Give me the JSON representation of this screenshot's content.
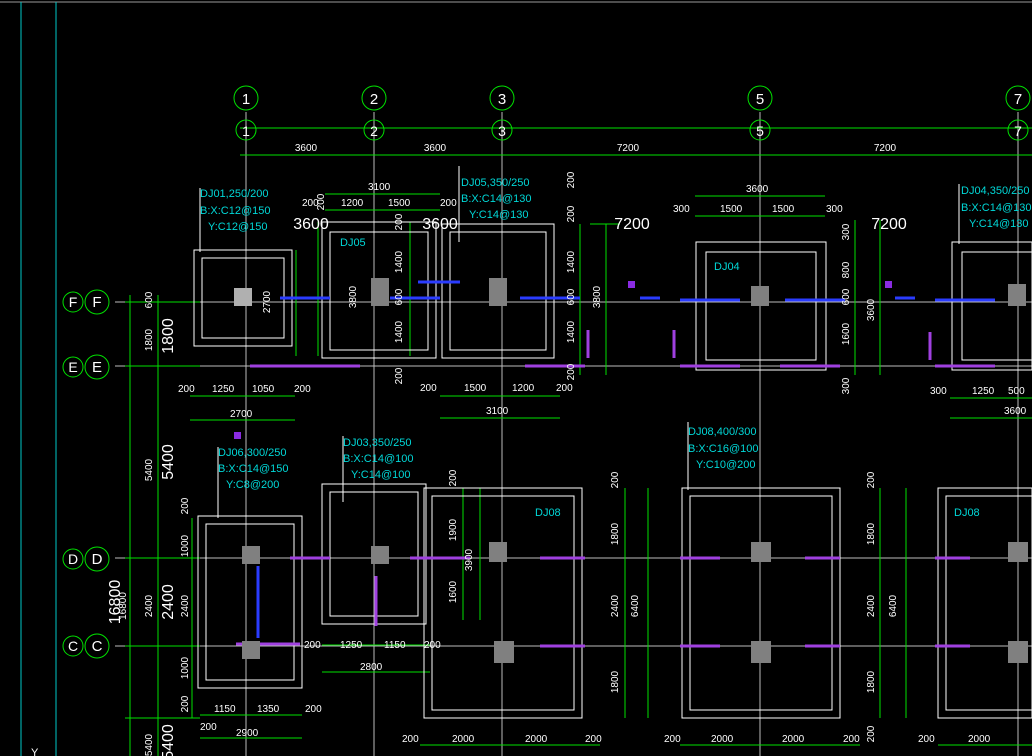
{
  "drawing": {
    "background": "#000000",
    "colors": {
      "grid": "#c8c8c8",
      "dim": "#00e000",
      "axis_bubble": "#00e000",
      "footing": "#ffffff",
      "note": "#00d7d7",
      "beam": "#2a3cff",
      "beam2": "#a040e0",
      "column": "#808080"
    },
    "axis_top": [
      "1",
      "2",
      "3",
      "5",
      "7"
    ],
    "axis_top_inner": [
      "1",
      "2",
      "3",
      "5",
      "7"
    ],
    "axis_left": [
      "F",
      "E",
      "D",
      "C"
    ],
    "axis_left_inner": [
      "F",
      "E",
      "D",
      "C"
    ],
    "bay_dims_top": [
      "3600",
      "3600",
      "7200",
      "7200"
    ],
    "bay_dims_mid": [
      "3600",
      "3600",
      "7200",
      "7200"
    ],
    "left_dims": {
      "fe_small": "1800",
      "fe_big": "1800",
      "ed_small": "5400",
      "ed_big": "5400",
      "dc_small": "2400",
      "dc_big": "2400",
      "total_big": "16800",
      "total_small": "16800",
      "bottom_small": "5400",
      "bottom_big": "5400",
      "f_small": "600"
    },
    "corner_label": "Y",
    "footings": {
      "dj01": {
        "note": [
          "DJ01,250/200",
          "B:X:C12@150",
          "Y:C12@150"
        ],
        "dims": [
          "200",
          "1250",
          "1050",
          "200",
          "2700",
          "2700"
        ]
      },
      "dj05": {
        "label": "DJ05",
        "note": [
          "DJ05,350/250",
          "B:X:C14@130",
          "Y:C14@130"
        ],
        "dims": [
          "3100",
          "200",
          "1200",
          "1500",
          "200",
          "1400",
          "600",
          "1400",
          "3800",
          "200",
          "200",
          "1500",
          "1200",
          "200",
          "3100",
          "200",
          "1400",
          "600",
          "1400",
          "3800",
          "200",
          "200",
          "200",
          "200"
        ]
      },
      "dj04": {
        "label": "DJ04",
        "note": [
          "DJ04,350/250",
          "B:X:C14@130",
          "Y:C14@130"
        ],
        "dims": [
          "3600",
          "300",
          "1500",
          "1500",
          "300",
          "300",
          "800",
          "600",
          "1600",
          "3600",
          "300",
          "300",
          "1250",
          "500",
          "3600"
        ]
      },
      "dj06": {
        "note": [
          "DJ06,300/250",
          "B:X:C14@150",
          "Y:C8@200"
        ],
        "dims": [
          "200",
          "1000",
          "2400",
          "1000",
          "200",
          "1150",
          "1350",
          "200",
          "200",
          "2900"
        ]
      },
      "dj03": {
        "note": [
          "DJ03,350/250",
          "B:X:C14@100",
          "Y:C14@100"
        ],
        "dims": [
          "200",
          "1250",
          "1150",
          "200",
          "2800",
          "1900",
          "1600",
          "3900"
        ]
      },
      "dj08": {
        "label": "DJ08",
        "label2": "DJ08",
        "note": [
          "DJ08,400/300",
          "B:X:C16@100",
          "Y:C10@200"
        ],
        "dims": [
          "200",
          "1800",
          "2400",
          "6400",
          "1800",
          "200",
          "200",
          "2000",
          "2000",
          "200",
          "200",
          "2000",
          "2000",
          "200",
          "200",
          "1800",
          "2400",
          "6400",
          "1800",
          "200",
          "200",
          "2000"
        ]
      }
    }
  }
}
